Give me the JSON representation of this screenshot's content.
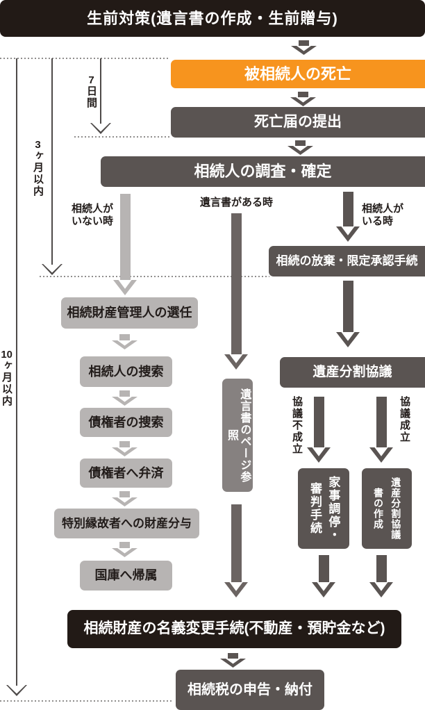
{
  "header": {
    "label": "生前対策(遺言書の作成・生前贈与)"
  },
  "flow": {
    "death": "被相続人の死亡",
    "death_notice": "死亡届の提出",
    "heir_investigation": "相続人の調査・確定",
    "renunciation": "相続の放棄・限定承認手続",
    "division_council": "遺産分割協議",
    "estate_administrator": "相続財産管理人の選任",
    "heir_search": "相続人の捜索",
    "creditor_search": "債権者の捜索",
    "creditor_payment": "債権者へ弁済",
    "special_relative": "特別縁故者への財産分与",
    "treasury_reversion": "国庫へ帰属",
    "will_page_reference": "遺言書のページ参照",
    "family_court": "家事調停・審判手続",
    "division_agreement_doc": "遺産分割協議書の作成",
    "name_change": "相続財産の名義変更手続(不動産・預貯金など)",
    "tax_filing": "相続税の申告・納付"
  },
  "branches": {
    "no_heir": "相続人が\nいない時",
    "has_will": "遺言書がある時",
    "has_heir": "相続人が\nいる時",
    "not_settled": "協議不成立",
    "settled": "協議成立"
  },
  "timeline": {
    "seven_days": "7日間",
    "three_months": "3ヶ月以内",
    "ten_months": "10ヶ月以内"
  },
  "colors": {
    "accent-orange": "#f7941e",
    "box-dark": "#5a5452",
    "box-black": "#221a16",
    "box-light": "#b7b4b3",
    "box-mid": "#868180",
    "arrow-mid": "#6b6462",
    "line": "#4e4a49",
    "dot": "#8f8d8c",
    "text-dark": "#221c1a"
  }
}
